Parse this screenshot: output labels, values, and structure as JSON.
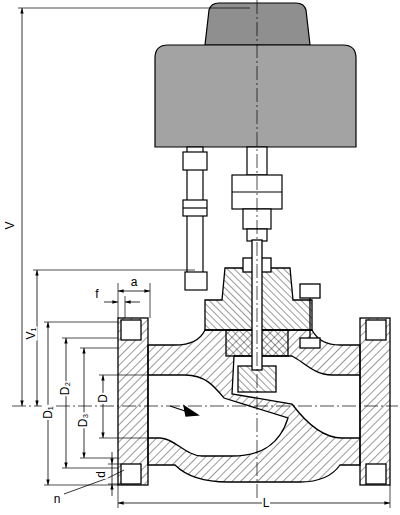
{
  "diagram": {
    "labels": [
      "V",
      "V₁",
      "a",
      "f",
      "D₁",
      "D₂",
      "D₃",
      "D",
      "n",
      "d",
      "L"
    ]
  }
}
